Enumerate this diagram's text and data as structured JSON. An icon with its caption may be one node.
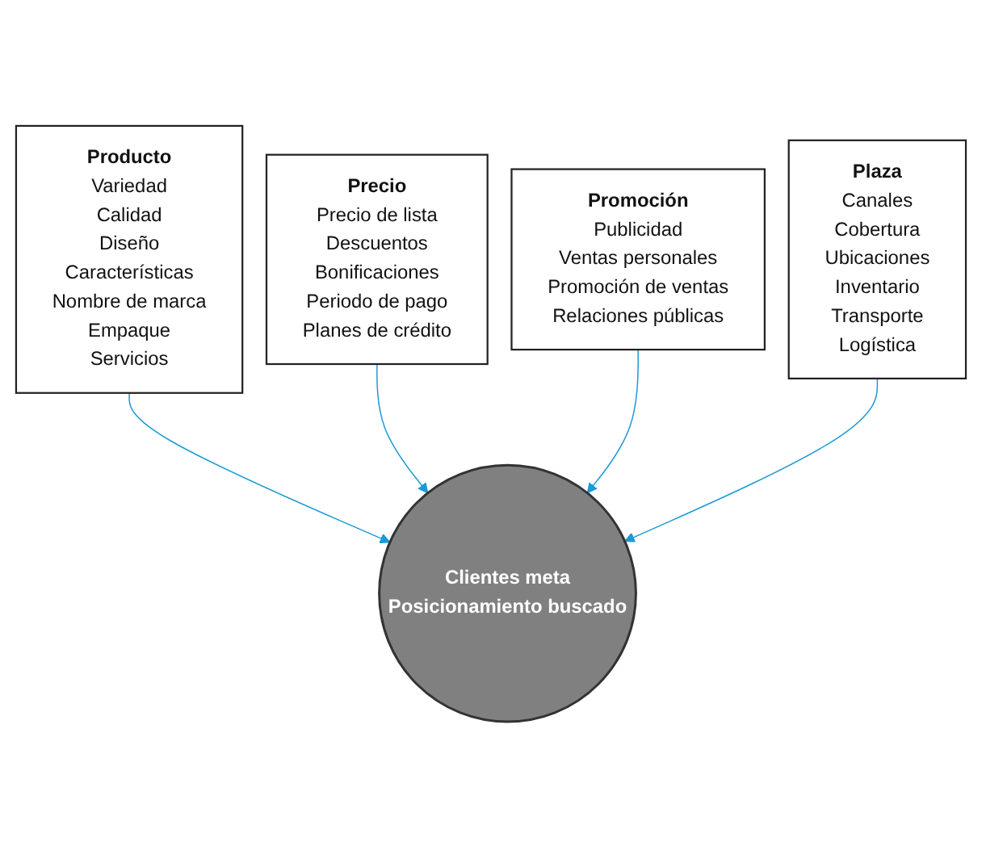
{
  "diagram": {
    "nodes": [
      {
        "text": [
          "Producto",
          "Variedad",
          "Calidad",
          "Diseño",
          "Características",
          "Nombre de marca",
          "Empaque",
          "Servicios"
        ]
      },
      {
        "text": [
          "Precio",
          "Precio de lista",
          "Descuentos",
          "Bonificaciones",
          "Periodo de pago",
          "Planes de crédito"
        ]
      },
      {
        "text": [
          "Clientes meta",
          "Posicionamiento buscado"
        ]
      },
      {
        "text": [
          "Promoción",
          "Publicidad",
          "Ventas personales",
          "Promoción de ventas",
          "Relaciones públicas"
        ]
      },
      {
        "text": [
          "Plaza",
          "Canales",
          "Cobertura",
          "Ubicaciones",
          "Inventario",
          "Transporte",
          "Logística"
        ]
      }
    ],
    "edges": [
      {
        "from": 0,
        "to": 2,
        "arrow": "to",
        "color": "#1a9ad6"
      },
      {
        "from": 1,
        "to": 2,
        "arrow": "to",
        "color": "#1a9ad6"
      },
      {
        "from": 3,
        "to": 2,
        "arrow": "to",
        "color": "#1a9ad6"
      },
      {
        "from": 4,
        "to": 2,
        "arrow": "to",
        "color": "#1a9ad6"
      }
    ]
  }
}
